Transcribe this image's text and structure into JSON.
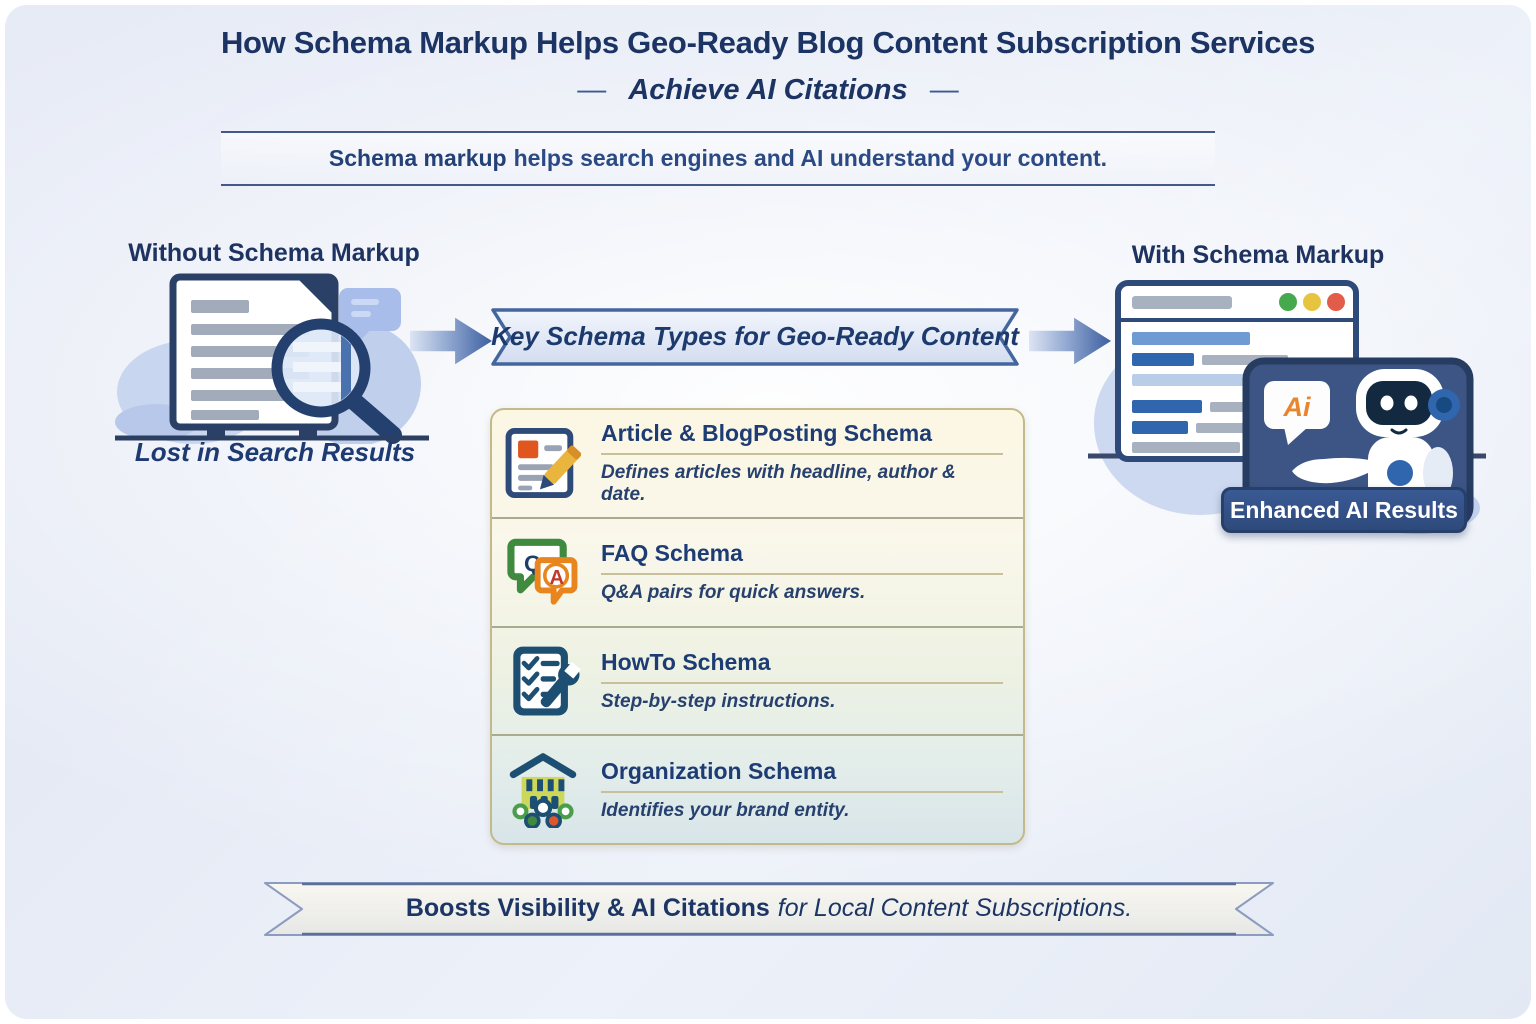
{
  "title": {
    "line1": "How Schema Markup Helps Geo-Ready Blog Content Subscription Services",
    "line2": "Achieve AI Citations",
    "dash": "—"
  },
  "subtitle": {
    "bold": "Schema markup",
    "rest": "helps search engines and AI understand your content."
  },
  "without_panel": {
    "heading_bold": "Without",
    "heading_rest": " Schema Markup",
    "caption": "Lost in Search Results"
  },
  "key_banner": {
    "label": "Key Schema Types for Geo-Ready Content"
  },
  "schema_items": [
    {
      "title": "Article & BlogPosting Schema",
      "description": "Defines articles with headline, author & date.",
      "icon": "article-pencil-icon"
    },
    {
      "title": "FAQ Schema",
      "description": "Q&A pairs for quick answers.",
      "icon": "qa-speech-bubbles-icon"
    },
    {
      "title": "HowTo Schema",
      "description": "Step-by-step instructions.",
      "icon": "checklist-wrench-icon"
    },
    {
      "title": "Organization Schema",
      "description": "Identifies your brand entity.",
      "icon": "building-network-icon"
    }
  ],
  "faq_icon": {
    "q": "Q",
    "a": "A"
  },
  "with_panel": {
    "heading_bold": "With",
    "heading_rest": " Schema Markup",
    "badge": "Enhanced AI Results",
    "ai_bubble": "Ai"
  },
  "footer": {
    "bold": "Boosts Visibility & AI Citations",
    "rest": "for Local Content Subscriptions."
  },
  "colors": {
    "navy_text": "#1c3463",
    "banner_border": "#44669e",
    "banner_fill": "#dde5f4",
    "arrow_blue": "#3d5fa0",
    "box_border": "#c3b98b",
    "box_top": "#fcf7e3",
    "box_bottom": "#d8e5e9",
    "badge_bg": "#2e4a7c",
    "accent_orange": "#e8852e",
    "icon_orange": "#e0561f",
    "icon_green": "#3f8a3f",
    "icon_teal": "#1d4f72",
    "dot_green": "#47a94e",
    "dot_yellow": "#e7c440",
    "dot_red": "#e25c49"
  }
}
